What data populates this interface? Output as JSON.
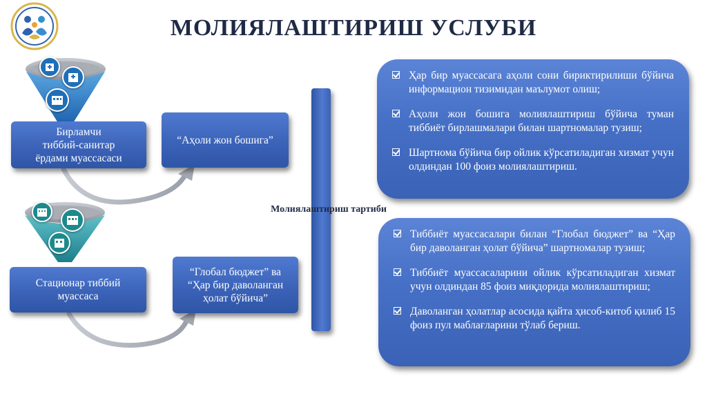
{
  "header": {
    "title": "МОЛИЯЛАШТИРИШ УСЛУБИ"
  },
  "left": {
    "primary_box": {
      "lines": [
        "Бирламчи",
        "тиббий-санитар",
        "ёрдами муассасаси"
      ]
    },
    "primary_method": "“Аҳоли жон бошига”",
    "hospital_box": {
      "lines": [
        "Стационар тиббий",
        "муассаса"
      ]
    },
    "hospital_method": {
      "lines": [
        "“Глобал бюджет” ва",
        "“Ҳар бир даволанган",
        "ҳолат бўйича”"
      ]
    }
  },
  "center": {
    "label": "Молиялаштириш тартиби"
  },
  "panels": [
    {
      "items": [
        "Ҳар бир муассасага аҳоли сони бириктирилиши бўйича информацион тизимидан маълумот олиш;",
        "Аҳоли жон бошига молиялаштириш бўйича туман тиббиёт бирлашмалари билан шартномалар тузиш;",
        "Шартнома бўйича бир ойлик кўрсатиладиган хизмат учун олдиндан 100 фоиз молиялаштириш."
      ]
    },
    {
      "items": [
        "Тиббиёт муассасалари билан “Глобал бюджет” ва “Ҳар бир даволанган ҳолат бўйича” шартномалар тузиш;",
        "Тиббиёт муассасаларини ойлик кўрсатиладиган хизмат учун олдиндан 85 фоиз миқдорида молиялаштириш;",
        "Даволанган ҳолатлар асосида қайта ҳисоб-китоб қилиб 15 фоиз пул маблағларини тўлаб бериш."
      ]
    }
  ],
  "icons": {
    "logo": "family-emblem-logo",
    "funnel_top": [
      "clinic-building-icon",
      "hospital-building-icon",
      "clinic-building-icon"
    ],
    "funnel_bottom": [
      "hospital-building-icon",
      "hospital-building-icon",
      "hospital-building-icon"
    ]
  },
  "colors": {
    "box": "#3b63b8",
    "title": "#1f2a44",
    "funnel_top": "#9fa4ad",
    "icon_circle": "#1f6fb8",
    "icon_circle_teal": "#1c8a8c"
  }
}
